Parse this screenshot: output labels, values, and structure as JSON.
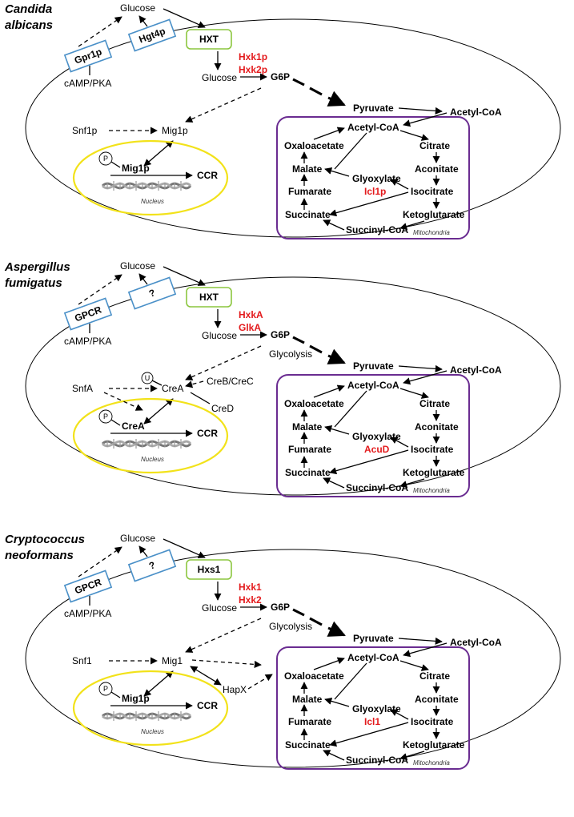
{
  "panels": [
    {
      "species_line1": "Candida",
      "species_line2": "albicans",
      "glucose_out": "Glucose",
      "receptor1": "Gpr1p",
      "receptor2": "Hgt4p",
      "transporter": "HXT",
      "camp": "cAMP/PKA",
      "glucose_in": "Glucose",
      "hexokinase1": "Hxk1p",
      "hexokinase2": "Hxk2p",
      "g6p": "G6P",
      "glycolysis": "",
      "pyruvate": "Pyruvate",
      "acetyl_coa_cyt": "Acetyl-CoA",
      "kinase": "Snf1p",
      "repressor": "Mig1p",
      "mod_circle": "",
      "phospho": "P",
      "nuclear_repressor": "Mig1p",
      "ccr": "CCR",
      "nucleus_label": "Nucleus",
      "crebc": "",
      "cred": "",
      "hapx": "",
      "tca": {
        "acetyl_coa": "Acetyl-CoA",
        "oxaloacetate": "Oxaloacetate",
        "citrate": "Citrate",
        "malate": "Malate",
        "glyoxylate": "Glyoxylate",
        "aconitate": "Aconitate",
        "fumarate": "Fumarate",
        "isocitrate": "Isocitrate",
        "lyase": "Icl1p",
        "succinate": "Succinate",
        "ketoglutarate": "Ketoglutarate",
        "succinyl_coa": "Succinyl-CoA",
        "mito_label": "Mitochondria"
      }
    },
    {
      "species_line1": "Aspergillus",
      "species_line2": "fumigatus",
      "glucose_out": "Glucose",
      "receptor1": "GPCR",
      "receptor2": "?",
      "transporter": "HXT",
      "camp": "cAMP/PKA",
      "glucose_in": "Glucose",
      "hexokinase1": "HxkA",
      "hexokinase2": "GlkA",
      "g6p": "G6P",
      "glycolysis": "Glycolysis",
      "pyruvate": "Pyruvate",
      "acetyl_coa_cyt": "Acetyl-CoA",
      "kinase": "SnfA",
      "repressor": "CreA",
      "mod_circle": "U",
      "phospho": "P",
      "nuclear_repressor": "CreA",
      "ccr": "CCR",
      "nucleus_label": "Nucleus",
      "crebc": "CreB/CreC",
      "cred": "CreD",
      "hapx": "",
      "tca": {
        "acetyl_coa": "Acetyl-CoA",
        "oxaloacetate": "Oxaloacetate",
        "citrate": "Citrate",
        "malate": "Malate",
        "glyoxylate": "Glyoxylate",
        "aconitate": "Aconitate",
        "fumarate": "Fumarate",
        "isocitrate": "Isocitrate",
        "lyase": "AcuD",
        "succinate": "Succinate",
        "ketoglutarate": "Ketoglutarate",
        "succinyl_coa": "Succinyl-CoA",
        "mito_label": "Mitochondria"
      }
    },
    {
      "species_line1": "Cryptococcus",
      "species_line2": "neoformans",
      "glucose_out": "Glucose",
      "receptor1": "GPCR",
      "receptor2": "?",
      "transporter": "Hxs1",
      "camp": "cAMP/PKA",
      "glucose_in": "Glucose",
      "hexokinase1": "Hxk1",
      "hexokinase2": "Hxk2",
      "g6p": "G6P",
      "glycolysis": "Glycolysis",
      "pyruvate": "Pyruvate",
      "acetyl_coa_cyt": "Acetyl-CoA",
      "kinase": "Snf1",
      "repressor": "Mig1",
      "mod_circle": "",
      "phospho": "P",
      "nuclear_repressor": "Mig1p",
      "ccr": "CCR",
      "nucleus_label": "Nucleus",
      "crebc": "",
      "cred": "",
      "hapx": "HapX",
      "tca": {
        "acetyl_coa": "Acetyl-CoA",
        "oxaloacetate": "Oxaloacetate",
        "citrate": "Citrate",
        "malate": "Malate",
        "glyoxylate": "Glyoxylate",
        "aconitate": "Aconitate",
        "fumarate": "Fumarate",
        "isocitrate": "Isocitrate",
        "lyase": "Icl1",
        "succinate": "Succinate",
        "ketoglutarate": "Ketoglutarate",
        "succinyl_coa": "Succinyl-CoA",
        "mito_label": "Mitochondria"
      }
    }
  ],
  "colors": {
    "enzyme_red": "#e31a1c",
    "receptor_blue": "#4a90c8",
    "transporter_green": "#8cc63f",
    "nucleus_yellow": "#f2e21a",
    "mitochondria_purple": "#6a2c91"
  }
}
